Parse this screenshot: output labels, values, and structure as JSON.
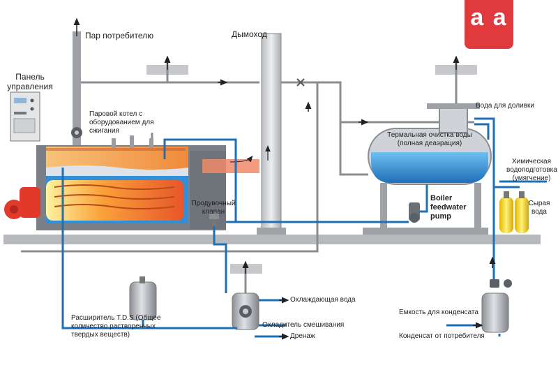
{
  "logo": {
    "text": "a a",
    "color": "#e0393e"
  },
  "labels": {
    "steam_to_consumer": "Пар потребителю",
    "chimney": "Дымоход",
    "control_panel": "Панель\nуправления",
    "steam_boiler": "Паровой котел с\nоборудованием для\nсжигания",
    "thermal_deaeration_title": "Термальная очистка воды",
    "thermal_deaeration_sub": "(полная деаэрация)",
    "makeup_water": "Вода для доливки",
    "chemical_treatment": "Химическая\nводоподготовка\n(умягчение)",
    "raw_water": "Сырая\nвода",
    "feed_pump": "Boiler\nfeedwater\npump",
    "blowdown_valve": "Продувочный\nклапан",
    "tds_expander": "Расширитель T.D.S (Общее\nколичество растворенных\nтвердых веществ)",
    "cooling_water": "Охлаждающая вода",
    "mixing_cooler": "Охладитель смешивания",
    "drain": "Дренаж",
    "condensate_tank": "Емкость для конденсата",
    "condensate_from_consumer": "Конденсат от потребителя"
  },
  "colors": {
    "pipe_blue": "#1f6fb2",
    "pipe_gray": "#8a8d90",
    "water": "#2f8fd8",
    "boiler_shell": "#7b8088",
    "flame": "#f58a2a",
    "burner": "#e23a2a",
    "accent": "#e0393e"
  }
}
